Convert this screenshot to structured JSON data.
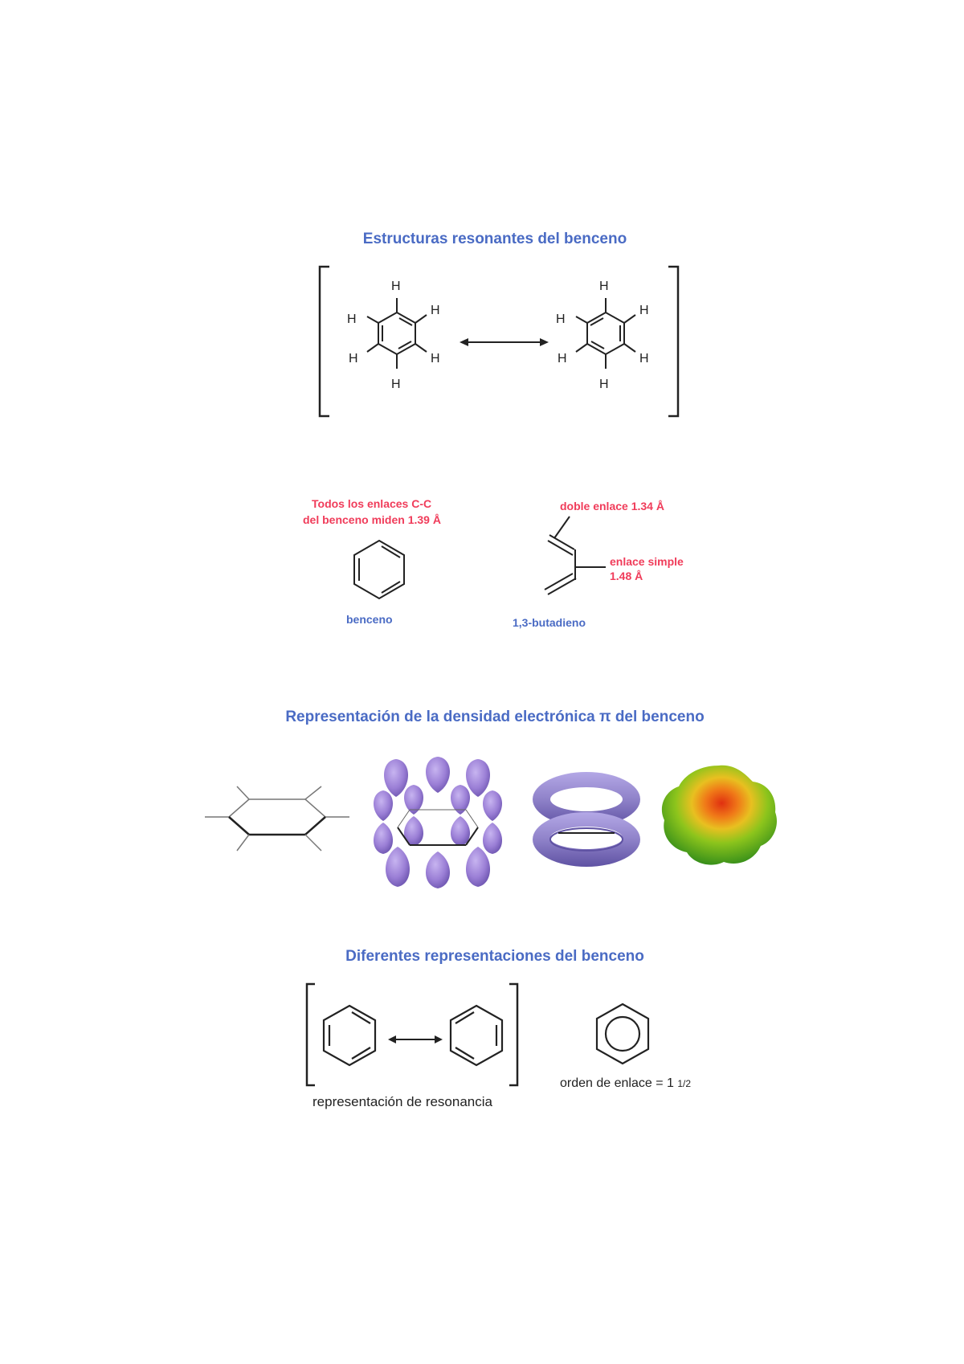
{
  "sections": {
    "resonance": {
      "title": "Estructuras resonantes del benceno",
      "atom": "H"
    },
    "bonds": {
      "benzene_note_line1": "Todos los enlaces C-C",
      "benzene_note_line2": "del benceno miden 1.39 Å",
      "benzene_label": "benceno",
      "double_bond_note": "doble enlace 1.34 Å",
      "single_bond_note_line1": "enlace simple",
      "single_bond_note_line2": "1.48 Å",
      "butadiene_label": "1,3-butadieno"
    },
    "density": {
      "title": "Representación de la densidad electrónica π del benceno"
    },
    "representations": {
      "title": "Diferentes representaciones del benceno",
      "resonance_label": "representación de resonancia",
      "bond_order_label": "orden de enlace = 1",
      "bond_order_fraction": "1/2"
    }
  },
  "colors": {
    "title_blue": "#4a6bc4",
    "note_red": "#f03c5a",
    "orbital_purple": "#9b7fd6",
    "torus_purple": "#8f82c9"
  }
}
